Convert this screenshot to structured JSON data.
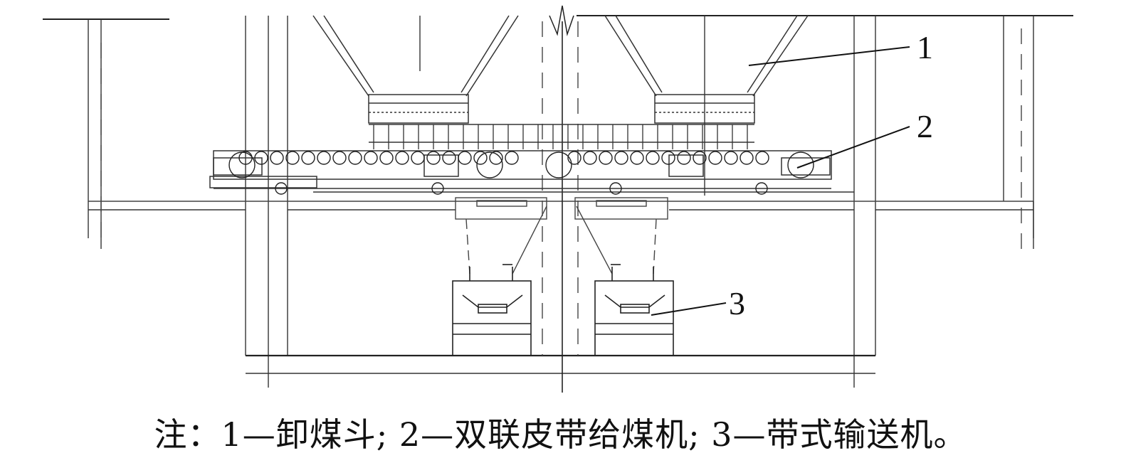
{
  "callouts": {
    "label_1": "1",
    "label_2": "2",
    "label_3": "3"
  },
  "caption": "注：1—卸煤斗; 2—双联皮带给煤机; 3—带式输送机。",
  "colors": {
    "line": "#222222",
    "thin": "#555555",
    "background": "#ffffff"
  }
}
